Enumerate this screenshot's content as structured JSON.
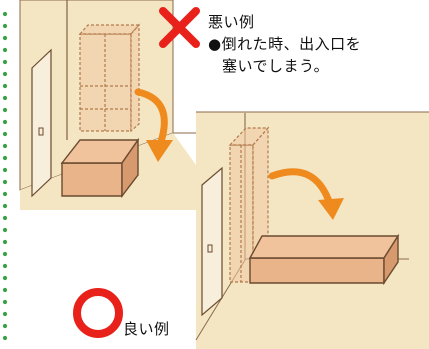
{
  "bad_example": {
    "label": "悪い例",
    "note_line1": "●倒れた時、出入口を",
    "note_line2": "塞いでしまう。",
    "marker": "cross-mark",
    "marker_color": "#e8221b"
  },
  "good_example": {
    "label": "良い例",
    "marker": "circle-mark",
    "marker_color": "#e8221b"
  },
  "colors": {
    "floor": "#f4e6c3",
    "cabinet_face": "#e9b48a",
    "cabinet_side": "#d69a6e",
    "outline": "#6b4a2f",
    "arrow": "#ef8b1e",
    "border_dots": "#3aa044"
  }
}
